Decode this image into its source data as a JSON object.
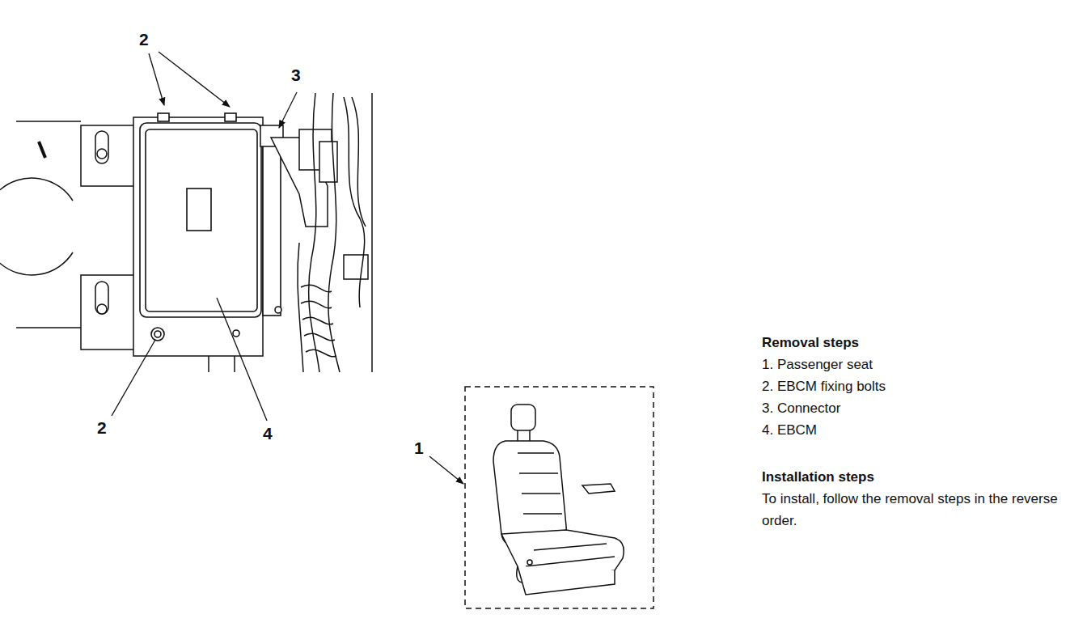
{
  "diagram": {
    "labels": [
      "2",
      "3",
      "2",
      "4",
      "1",
      "Removal steps",
      "1. Passenger seat",
      "2. EBCM fixing bolts",
      "3. Connector",
      "4. EBCM",
      "Installation steps",
      "To install, follow the removal steps in the reverse order."
    ]
  }
}
